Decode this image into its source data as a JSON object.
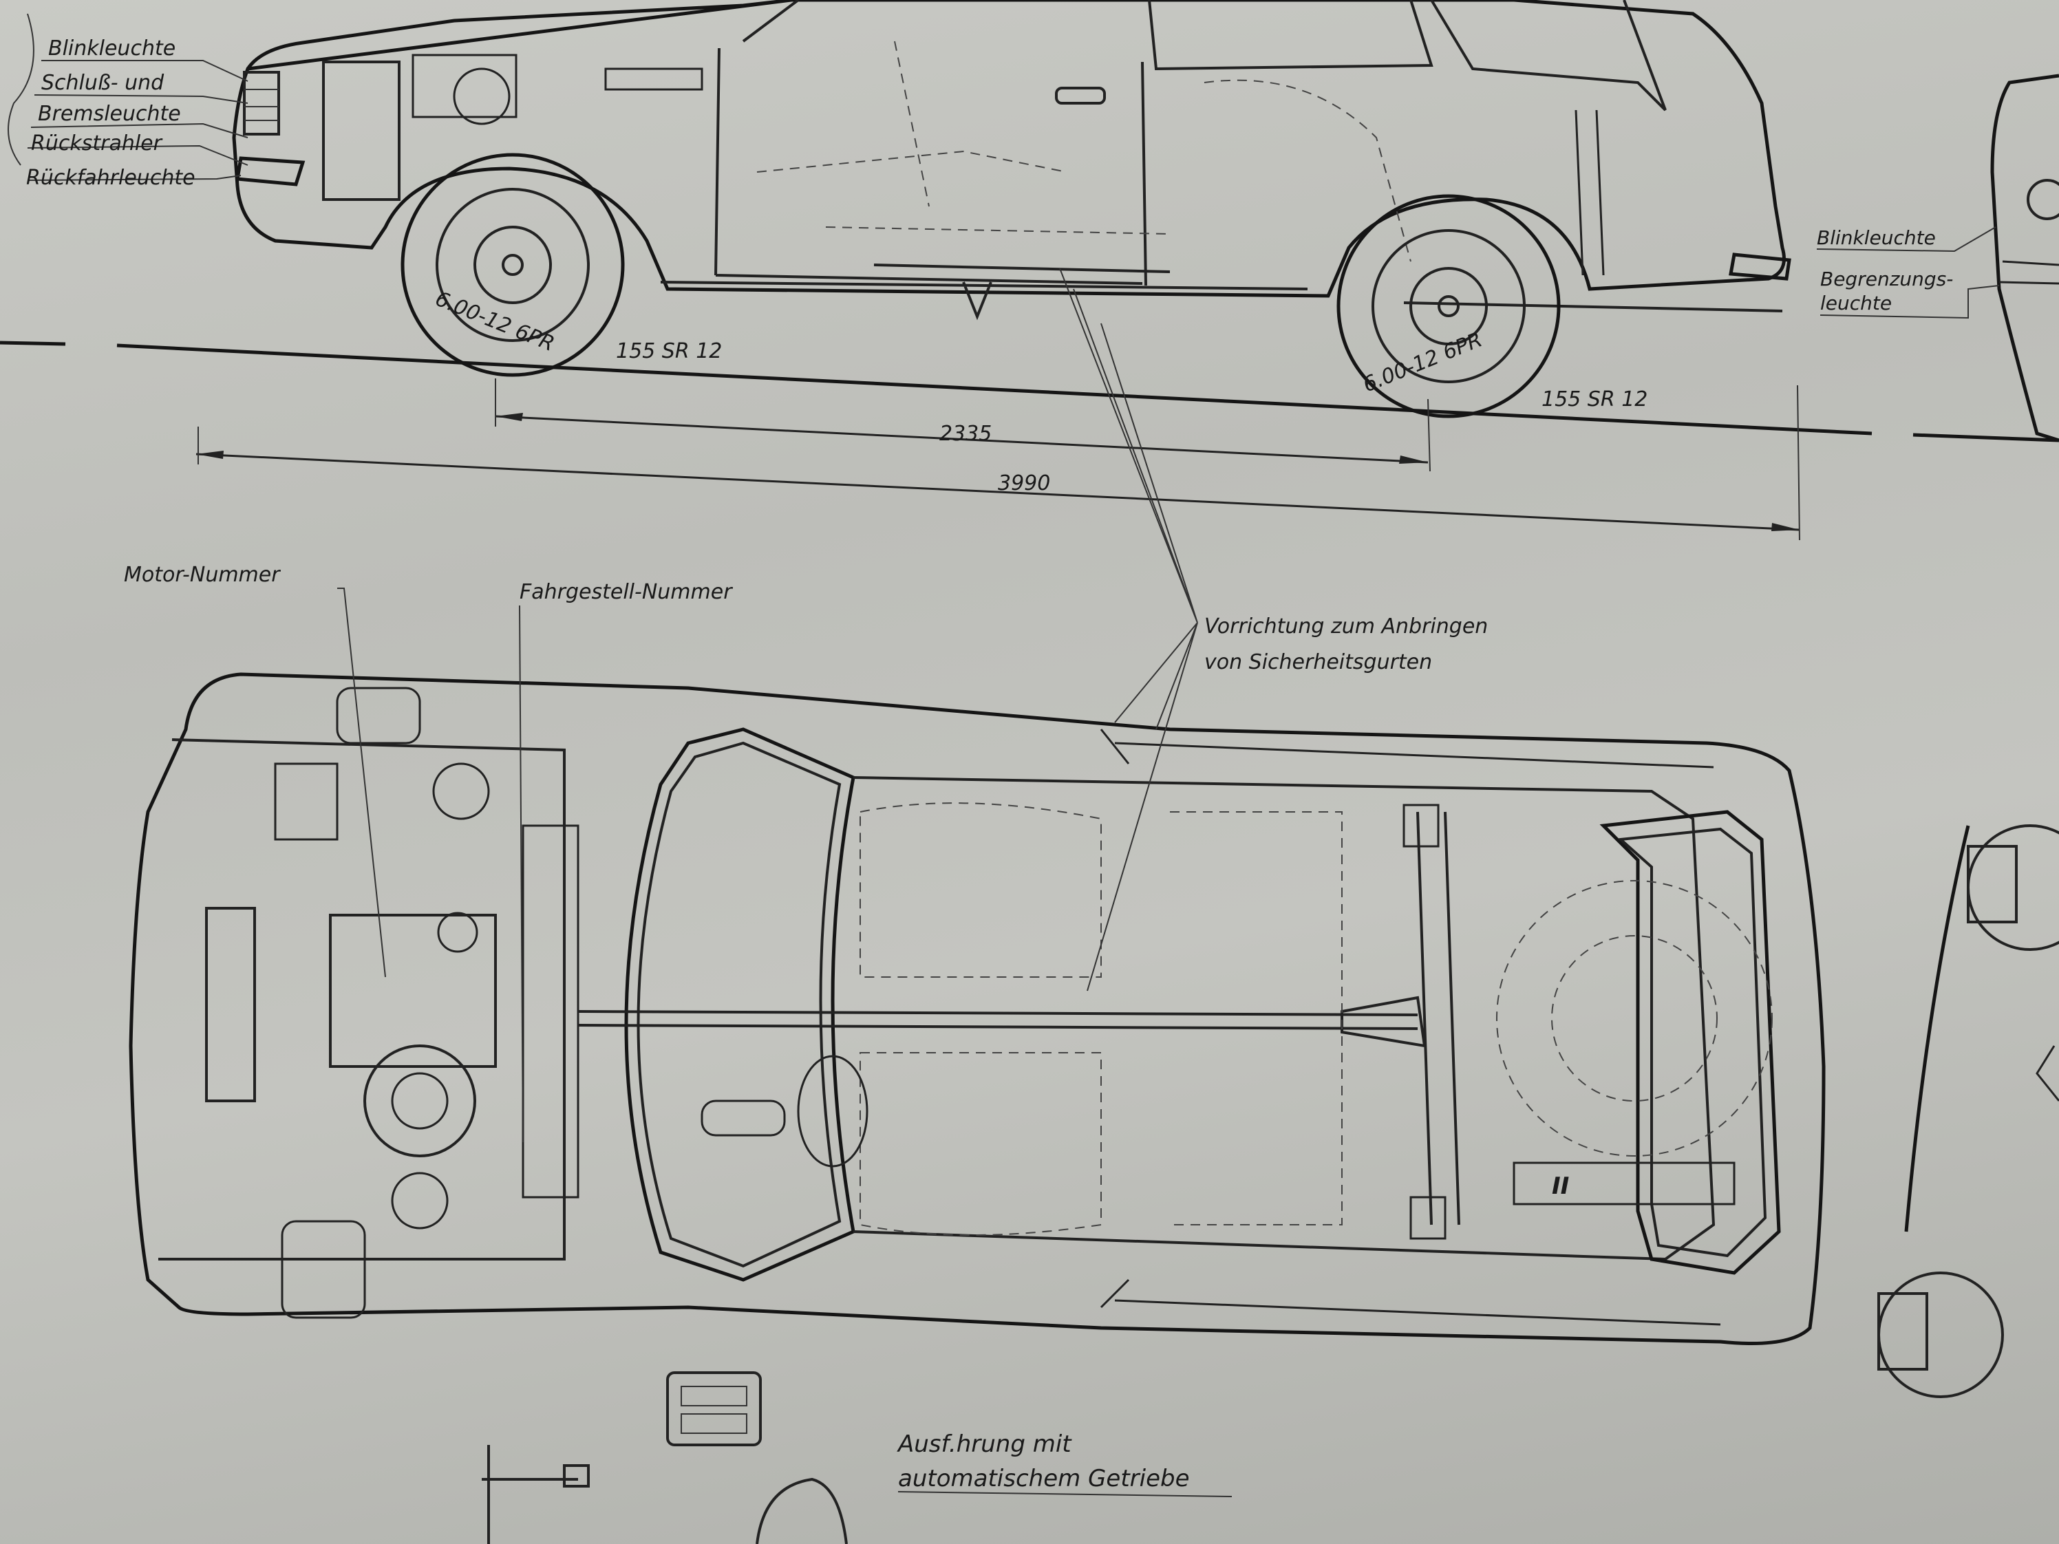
{
  "labels": {
    "blinkleuchte_rear": "Blinkleuchte",
    "schluss_und": "Schluß- und",
    "bremsleuchte": "Bremsleuchte",
    "rueckstrahler": "Rückstrahler",
    "rueckfahrleuchte": "Rückfahrleuchte",
    "blinkleuchte_front": "Blinkleuchte",
    "begrenzungs": "Begrenzungs-",
    "leuchte": "leuchte",
    "motor_nummer": "Motor-Nummer",
    "fahrgestell_nummer": "Fahrgestell-Nummer",
    "vorrichtung_line1": "Vorrichtung zum Anbringen",
    "vorrichtung_line2": "von Sicherheitsgurten",
    "ausfuehrung_line1": "Ausf.hrung mit",
    "ausfuehrung_line2": "automatischem Getriebe",
    "roman_two": "II"
  },
  "dimensions": {
    "tire_rear_left": "6.00-12  6PR",
    "tire_front_right": "6.00-12  6PR",
    "tire_size_left": "155 SR 12",
    "tire_size_right": "155 SR 12",
    "wheelbase": "2335",
    "overall_length": "3990"
  },
  "colors": {
    "paper": "#c4c5c0",
    "ink": "#1a1a1a"
  }
}
